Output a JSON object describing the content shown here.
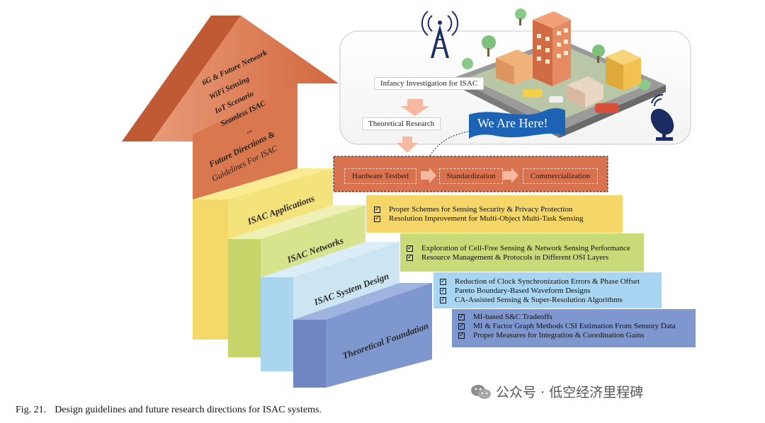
{
  "arrow": {
    "items": [
      "6G & Future Network",
      "WiFi Sensing",
      "IoT Scenario",
      "Seamless ISAC",
      "..."
    ],
    "title_line1": "Future Directions &",
    "title_line2": "Guidelines For ISAC"
  },
  "steps": [
    {
      "label": "ISAC Applications",
      "color": "#f4e27a"
    },
    {
      "label": "ISAC Networks",
      "color": "#d8e38e"
    },
    {
      "label": "ISAC System Design",
      "color": "#cce5f2"
    },
    {
      "label": "Theoretical Foundation",
      "color": "#7f97cf"
    }
  ],
  "panels": {
    "applications": [
      "Proper Schemes for Sensing Security & Privacy Protection",
      "Resolution Improvement for Multi-Object Multi-Task Sensing"
    ],
    "networks": [
      "Exploration of Cell-Free Sensing & Network Sensing Performance",
      "Resource Management & Protocols in Different OSI Layers"
    ],
    "system_design": [
      "Reduction of Clock Synchronization Errors & Phase Offset",
      "Pareto Boundary-Based Waveform Designs",
      "CA-Assisted Sensing & Super-Resolution Algorithms"
    ],
    "foundation": [
      "MI-based S&C Tradeoffs",
      "MI & Factor Graph Methods CSI Estimation From Sensory Data",
      "Proper Measures for Integration & Coordination Gains"
    ]
  },
  "progress": {
    "infancy": "Infancy Investigation for ISAC",
    "theoretical": "Theoretical Research",
    "we_are_here": "We Are Here!",
    "hardware": "Hardware Testbed",
    "standardization": "Standardization",
    "commercialization": "Commercialization"
  },
  "caption": {
    "fig": "Fig. 21.",
    "text": "Design guidelines and future research directions for ISAC systems."
  },
  "watermark": "公众号 · 低空经济里程碑",
  "colors": {
    "arrow": "#d9784f",
    "applications": "#f4e27a",
    "networks": "#d4e283",
    "system_design": "#bfe0f3",
    "foundation": "#7f97cf",
    "hardware": "#d9724e"
  }
}
